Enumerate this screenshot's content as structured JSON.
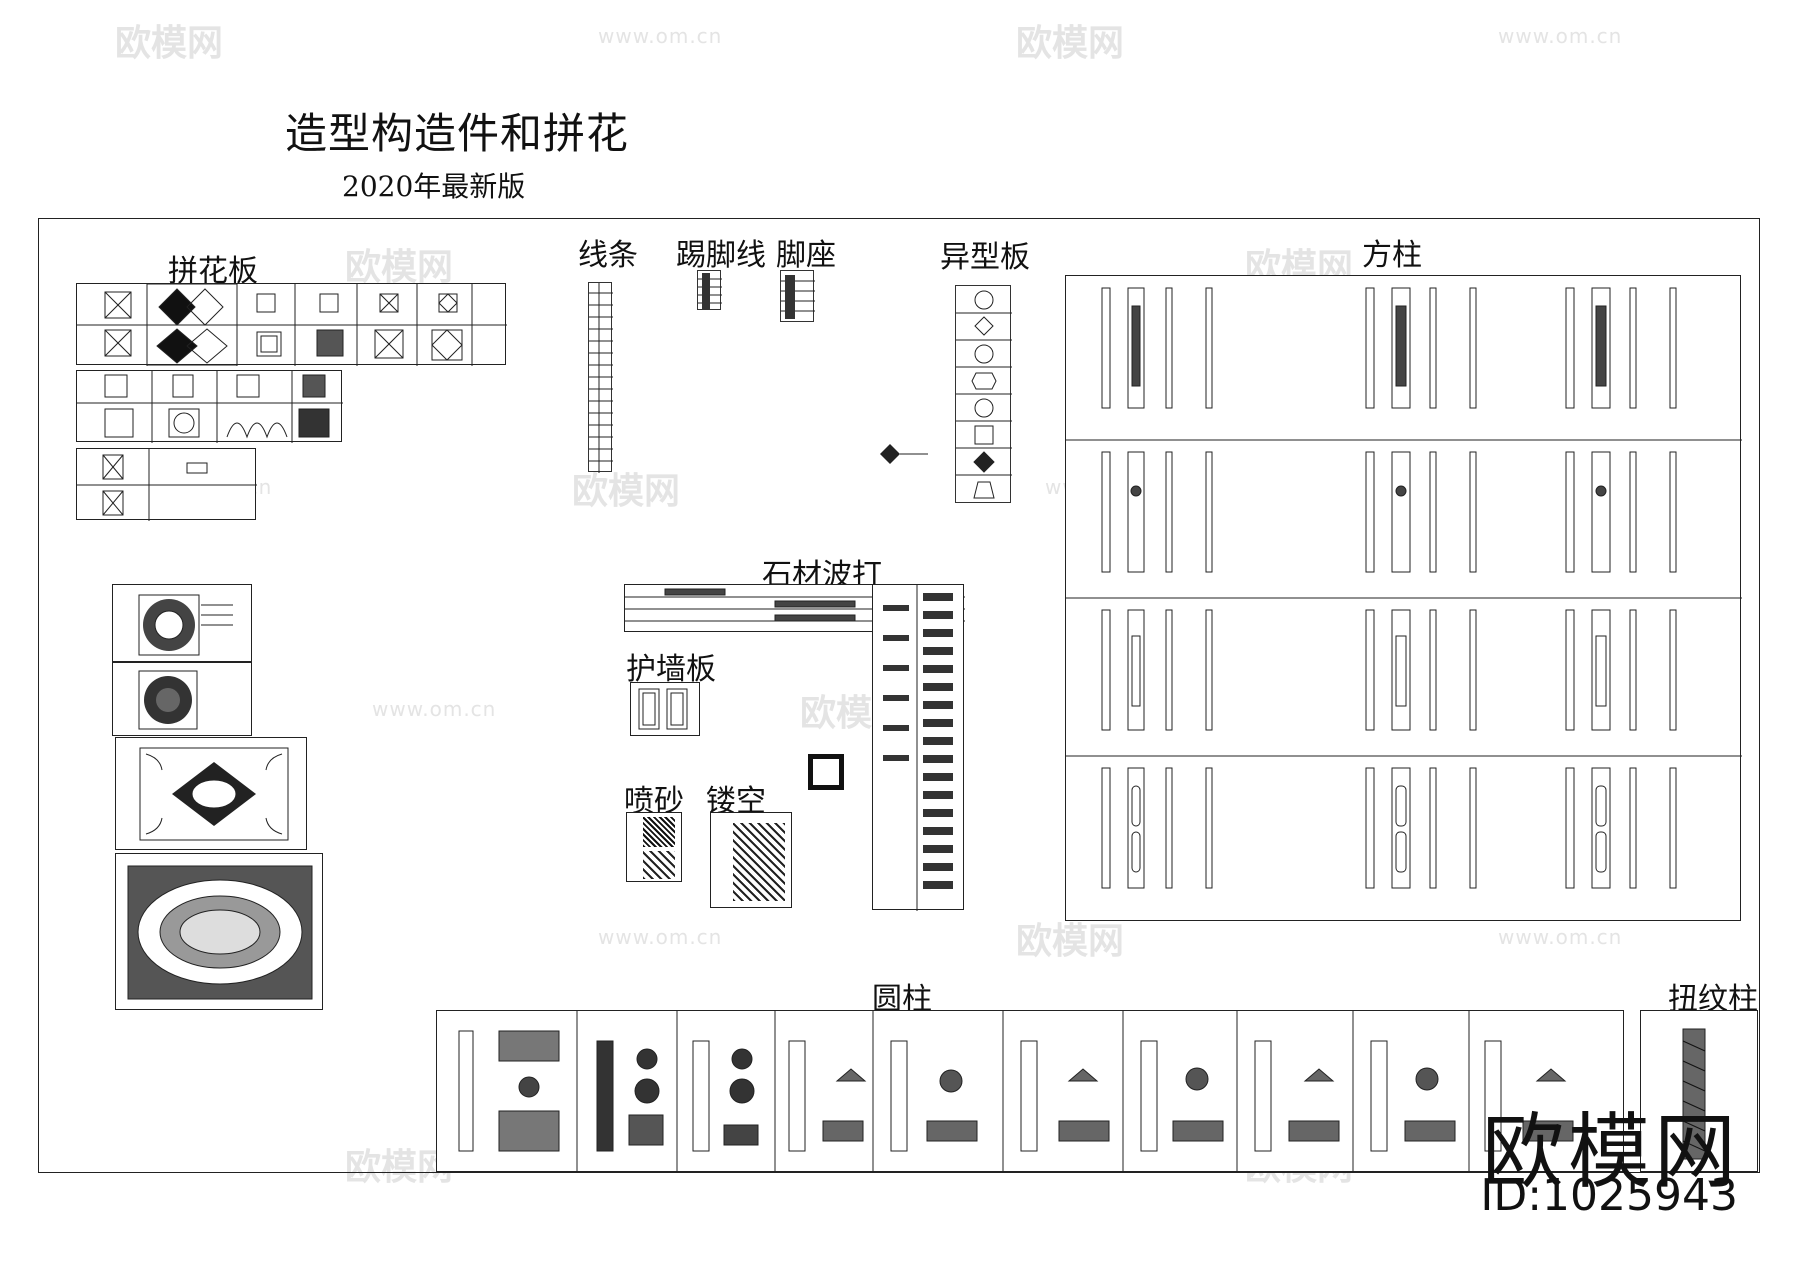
{
  "watermark": {
    "logo_text": "欧模网",
    "url_text": "www.om.cn"
  },
  "header": {
    "title": "造型构造件和拼花",
    "subtitle": "2020年最新版"
  },
  "sections": {
    "pinhua": "拼花板",
    "xiantiao": "线条",
    "tijiaoxian": "踢脚线",
    "jiaozuo": "脚座",
    "yixingban": "异型板",
    "fangzhu": "方柱",
    "shicai": "石材波打",
    "huqiangban": "护墙板",
    "pensha": "喷砂",
    "loukong": "镂空",
    "yuanzhu": "圆柱",
    "niuwenzhu": "扭纹柱"
  },
  "footer": {
    "brand": "欧模网",
    "id": "ID:1025943"
  }
}
